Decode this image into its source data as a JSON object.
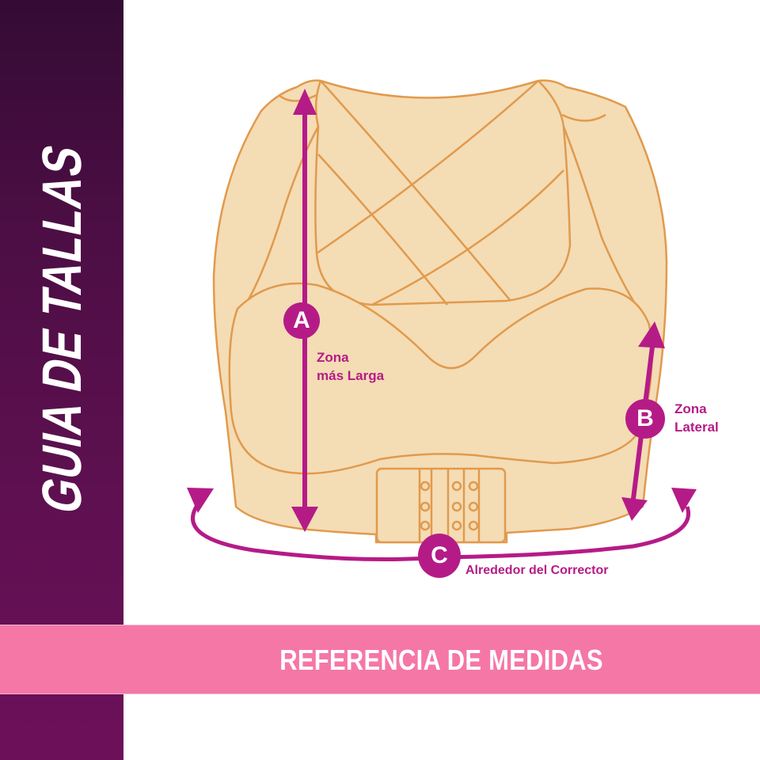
{
  "sidebar": {
    "title": "GUIA DE TALLAS"
  },
  "banner": {
    "text": "REFERENCIA DE MEDIDAS"
  },
  "measurements": [
    {
      "letter": "A",
      "label_line1": "Zona",
      "label_line2": "más Larga"
    },
    {
      "letter": "B",
      "label_line1": "Zona",
      "label_line2": "Lateral"
    },
    {
      "letter": "C",
      "label_line1": "Alrededor del Corrector",
      "label_line2": ""
    }
  ],
  "colors": {
    "sidebar_top": "#340b34",
    "sidebar_bottom": "#6d105a",
    "banner": "#f577a6",
    "accent": "#b51b87",
    "garment_fill": "#f4dcb5",
    "garment_stroke": "#e19a4c"
  }
}
